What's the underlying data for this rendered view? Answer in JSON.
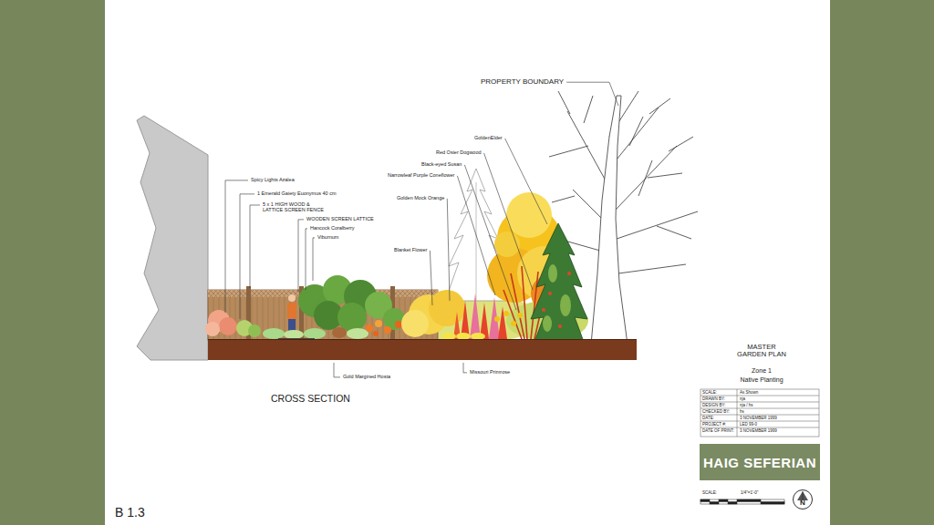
{
  "diagram": {
    "nodes": [
      {
        "text": [
          "HAIG SEFERIAN"
        ]
      },
      {
        "text": [
          "N"
        ]
      }
    ],
    "labels": [
      "PROPERTY BOUNDARY",
      "GoldenElder",
      "Red Osier Dogwood",
      "Black-eyed Susan",
      "Narrowleaf Purple Coneflower",
      "Golden Mock Orange",
      "Blanket Flower",
      "Spicy Lights Azalea",
      "1 Emerald Gaiety Euonymus 40 cm",
      "5 x 1 HIGH WOOD & LATTICE SCREEN FENCE",
      "WOODEN SCREEN LATTICE",
      "Hancock Coralberry",
      "Viburnum",
      "Gold Margined Hosta",
      "Missouri Primrose",
      "CROSS SECTION",
      "MASTER GARDEN PLAN",
      "Zone 1",
      "Native Planting",
      "SCALE:",
      "As Shown",
      "DRAWN BY:",
      "nja",
      "DESIGN BY:",
      "nja / hs",
      "CHECKED BY:",
      "hs",
      "DATE:",
      "3 NOVEMBER 1999",
      "PROJECT #:",
      "LED 99-0",
      "DATE OF PRINT:",
      "3 NOVEMBER 1999",
      "SCALE:",
      "1/4\"=1'-0\"",
      "B 1.3"
    ]
  }
}
